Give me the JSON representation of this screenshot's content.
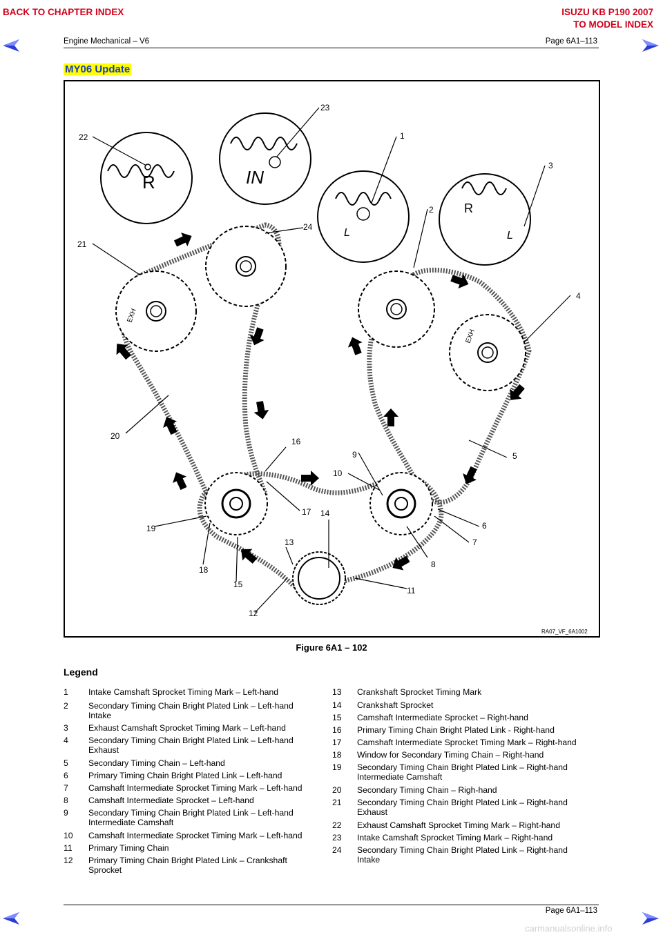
{
  "nav": {
    "back_chapter": "BACK TO CHAPTER INDEX",
    "model_line1": "ISUZU KB P190 2007",
    "model_line2": "TO MODEL INDEX",
    "arrow_color": "#2b3bd6"
  },
  "header": {
    "left": "Engine Mechanical – V6",
    "right": "Page 6A1–113"
  },
  "section_title": "MY06 Update",
  "figure": {
    "ref_code": "RA07_VF_6A1002",
    "caption": "Figure 6A1 – 102",
    "callouts": [
      "1",
      "2",
      "3",
      "4",
      "5",
      "6",
      "7",
      "8",
      "9",
      "10",
      "11",
      "12",
      "13",
      "14",
      "15",
      "16",
      "17",
      "18",
      "19",
      "20",
      "21",
      "22",
      "23",
      "24"
    ],
    "detail_letters": {
      "r": "R",
      "in": "IN",
      "l": "L",
      "exh": "EXH"
    }
  },
  "legend": {
    "title": "Legend",
    "left": [
      {
        "n": "1",
        "t": "Intake Camshaft Sprocket Timing Mark – Left-hand"
      },
      {
        "n": "2",
        "t": "Secondary Timing Chain Bright Plated Link – Left-hand Intake"
      },
      {
        "n": "3",
        "t": "Exhaust Camshaft Sprocket Timing Mark – Left-hand"
      },
      {
        "n": "4",
        "t": "Secondary Timing Chain Bright Plated Link – Left-hand Exhaust"
      },
      {
        "n": "5",
        "t": "Secondary Timing Chain – Left-hand"
      },
      {
        "n": "6",
        "t": "Primary Timing Chain Bright Plated Link – Left-hand"
      },
      {
        "n": "7",
        "t": "Camshaft Intermediate Sprocket Timing Mark – Left-hand"
      },
      {
        "n": "8",
        "t": "Camshaft Intermediate Sprocket – Left-hand"
      },
      {
        "n": "9",
        "t": "Secondary Timing Chain Bright Plated Link – Left-hand Intermediate Camshaft"
      },
      {
        "n": "10",
        "t": "Camshaft Intermediate Sprocket Timing Mark – Left-hand"
      },
      {
        "n": "11",
        "t": "Primary Timing Chain"
      },
      {
        "n": "12",
        "t": "Primary Timing Chain Bright Plated Link – Crankshaft Sprocket"
      }
    ],
    "right": [
      {
        "n": "13",
        "t": "Crankshaft Sprocket Timing Mark"
      },
      {
        "n": "14",
        "t": "Crankshaft Sprocket"
      },
      {
        "n": "15",
        "t": "Camshaft Intermediate Sprocket – Right-hand"
      },
      {
        "n": "16",
        "t": "Primary Timing Chain Bright Plated Link - Right-hand"
      },
      {
        "n": "17",
        "t": "Camshaft Intermediate Sprocket Timing Mark – Right-hand"
      },
      {
        "n": "18",
        "t": "Window for Secondary Timing Chain – Right-hand"
      },
      {
        "n": "19",
        "t": "Secondary Timing Chain Bright Plated Link – Right-hand Intermediate Camshaft"
      },
      {
        "n": "20",
        "t": "Secondary Timing Chain – Righ-hand"
      },
      {
        "n": "21",
        "t": "Secondary Timing Chain Bright Plated Link – Right-hand Exhaust"
      },
      {
        "n": "22",
        "t": "Exhaust Camshaft Sprocket Timing Mark – Right-hand"
      },
      {
        "n": "23",
        "t": "Intake Camshaft Sprocket Timing Mark – Right-hand"
      },
      {
        "n": "24",
        "t": "Secondary Timing Chain Bright Plated Link – Right-hand Intake"
      }
    ]
  },
  "footer": {
    "right": "Page 6A1–113",
    "watermark": "carmanualsonline.info"
  }
}
